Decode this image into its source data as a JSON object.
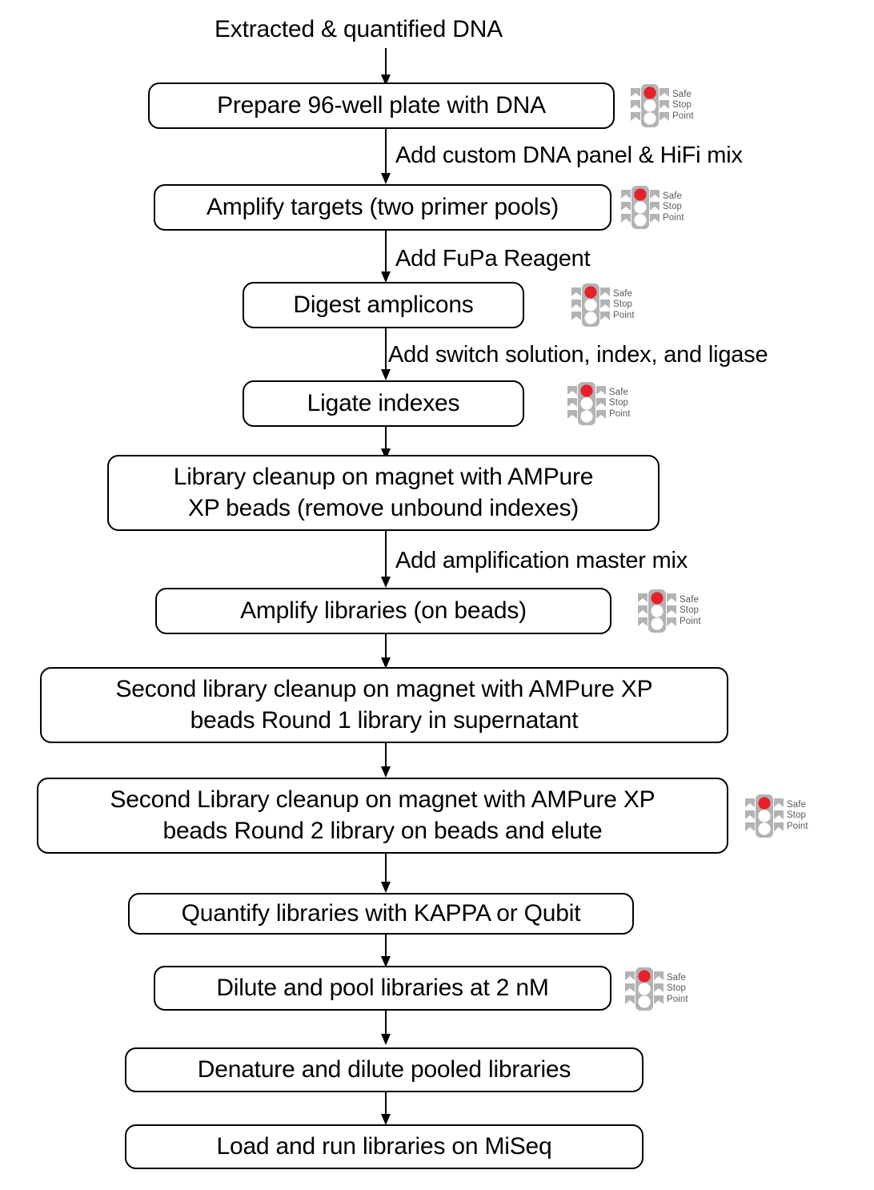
{
  "diagram": {
    "title_caption": "Extracted & quantified DNA",
    "colors": {
      "node_border": "#000000",
      "node_fill": "#ffffff",
      "text": "#000000",
      "signal_body": "#b3b3b3",
      "signal_red": "#e8202a",
      "signal_off": "#ffffff",
      "badge_text": "#5a5a5a"
    },
    "safe_stop_badge": {
      "icon": "traffic-light-icon",
      "lines": "Safe\nStop\nPoint",
      "line1": "Safe",
      "line2": "Stop",
      "line3": "Point"
    },
    "nodes": [
      {
        "id": "n1",
        "label": "Prepare 96-well plate with DNA",
        "safe_stop": true
      },
      {
        "id": "n2",
        "label": "Amplify targets (two primer pools)",
        "safe_stop": true
      },
      {
        "id": "n3",
        "label": "Digest amplicons",
        "safe_stop": true
      },
      {
        "id": "n4",
        "label": "Ligate indexes",
        "safe_stop": true
      },
      {
        "id": "n5",
        "label": "Library cleanup on magnet with AMPure\nXP beads (remove unbound indexes)",
        "safe_stop": false
      },
      {
        "id": "n6",
        "label": "Amplify libraries (on beads)",
        "safe_stop": true
      },
      {
        "id": "n7",
        "label": "Second library cleanup on magnet with AMPure XP\nbeads Round 1 library in supernatant",
        "safe_stop": false
      },
      {
        "id": "n8",
        "label": "Second Library cleanup on magnet with AMPure XP\nbeads Round 2 library on beads and elute",
        "safe_stop": true
      },
      {
        "id": "n9",
        "label": "Quantify libraries with KAPPA or Qubit",
        "safe_stop": false
      },
      {
        "id": "n10",
        "label": "Dilute and pool libraries at 2 nM",
        "safe_stop": true
      },
      {
        "id": "n11",
        "label": "Denature and dilute pooled libraries",
        "safe_stop": false
      },
      {
        "id": "n12",
        "label": "Load and run libraries on MiSeq",
        "safe_stop": false
      }
    ],
    "edge_labels": [
      {
        "id": "e1",
        "text": "Add custom DNA panel & HiFi mix"
      },
      {
        "id": "e2",
        "text": "Add FuPa Reagent"
      },
      {
        "id": "e3",
        "text": "Add switch solution, index, and ligase"
      },
      {
        "id": "e4",
        "text": "Add amplification master mix"
      }
    ]
  }
}
